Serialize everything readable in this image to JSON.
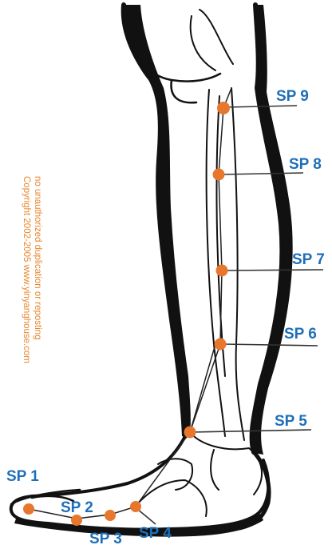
{
  "points": [
    {
      "id": "sp1",
      "label": "SP 1"
    },
    {
      "id": "sp2",
      "label": "SP 2"
    },
    {
      "id": "sp3",
      "label": "SP 3"
    },
    {
      "id": "sp4",
      "label": "SP 4"
    },
    {
      "id": "sp5",
      "label": "SP 5"
    },
    {
      "id": "sp6",
      "label": "SP 6"
    },
    {
      "id": "sp7",
      "label": "SP 7"
    },
    {
      "id": "sp8",
      "label": "SP 8"
    },
    {
      "id": "sp9",
      "label": "SP 9"
    }
  ],
  "copyright": {
    "line1": "Copyright 2002-2005 www.yinyanghouse.com",
    "line2": "no unauthorized duplication or reposting"
  },
  "colors": {
    "point": "#e8772e",
    "label": "#1f6fb8",
    "outline": "#111111",
    "copyright": "#e8862a"
  }
}
